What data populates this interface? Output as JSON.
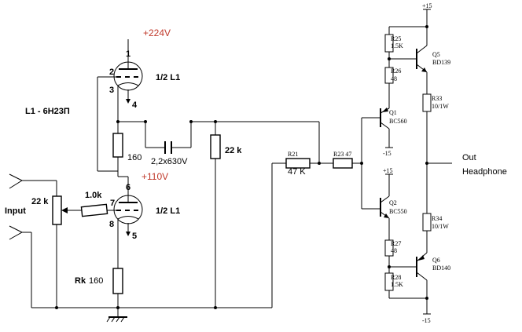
{
  "tube": {
    "type_label": "L1 - 6Н23П",
    "upper": {
      "supply": "+224V",
      "name": "1/2 L1",
      "pin_plate": "1",
      "pin_grid": "2",
      "pin_cathode": "3",
      "pin_heater": "4"
    },
    "lower": {
      "supply": "+110V",
      "name": "1/2 L1",
      "pin_plate": "6",
      "pin_grid": "7",
      "pin_cathode": "8",
      "pin_heater": "5"
    }
  },
  "components": {
    "pot": "22 k",
    "grid_res": "1.0k",
    "r160_upper": "160",
    "cap": "2,2x630V",
    "r22k": "22 k",
    "rk_name": "Rk",
    "rk_value": "160",
    "r21_name": "R21",
    "r21_value": "47 K",
    "r23": "R23  47",
    "input_label": "Input"
  },
  "output_stage": {
    "vplus": "+15",
    "vminus": "-15",
    "r25": [
      "R25",
      "1.5K"
    ],
    "r26": [
      "R26",
      "48"
    ],
    "r33": [
      "R33",
      "10/1W"
    ],
    "r34": [
      "R34",
      "10/1W"
    ],
    "r27": [
      "R27",
      "48"
    ],
    "r28": [
      "R28",
      "1.5K"
    ],
    "q1": [
      "Q1",
      "BC560"
    ],
    "q2": [
      "Q2",
      "BC550"
    ],
    "q5": [
      "Q5",
      "BD139"
    ],
    "q6": [
      "Q6",
      "BD140"
    ],
    "q1_emit": "-15",
    "q2_emit": "+15",
    "out_label": [
      "Out",
      "Headphone"
    ]
  }
}
